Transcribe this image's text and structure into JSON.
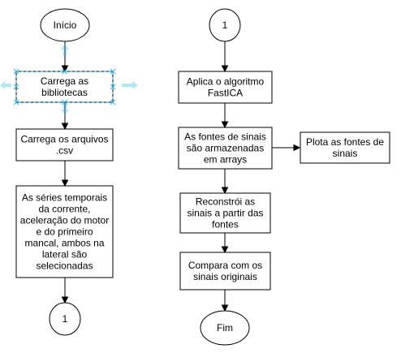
{
  "diagram": {
    "nodes": {
      "inicio": {
        "lines": [
          "Início"
        ]
      },
      "carrega_bibliotecas": {
        "lines": [
          "Carrega as",
          "bibliotecas"
        ]
      },
      "carrega_arquivos": {
        "lines": [
          "Carrega os arquivos",
          ".csv"
        ]
      },
      "series_temporais": {
        "lines": [
          "As séries temporais",
          "da corrente,",
          "aceleração do motor",
          "e do primeiro",
          "mancal, ambos na",
          "lateral são",
          "selecionadas"
        ]
      },
      "connector_left": {
        "lines": [
          "1"
        ]
      },
      "connector_right": {
        "lines": [
          "1"
        ]
      },
      "fastica": {
        "lines": [
          "Aplica o algoritmo",
          "FastICA"
        ]
      },
      "fontes_arrays": {
        "lines": [
          "As fontes de sinais",
          "são armazenadas",
          "em arrays"
        ]
      },
      "plota_fontes": {
        "lines": [
          "Plota as fontes de",
          "sinais"
        ]
      },
      "reconstroi": {
        "lines": [
          "Reconstrói as",
          "sinais a partir das",
          "fontes"
        ]
      },
      "compara": {
        "lines": [
          "Compara com os",
          "sinais originais"
        ]
      },
      "fim": {
        "lines": [
          "Fim"
        ]
      }
    },
    "selected_node": "carrega_bibliotecas",
    "colors": {
      "stroke": "#000000",
      "fill": "#ffffff",
      "selection": "#29b6f2"
    }
  }
}
